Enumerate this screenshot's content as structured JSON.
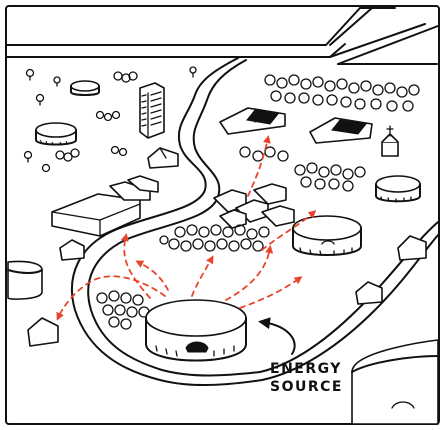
{
  "label": {
    "line1": "ENERGY",
    "line2": "SOURCE"
  },
  "colors": {
    "ink": "#111111",
    "flow_arrow": "#e8452c",
    "paper": "#ffffff"
  },
  "icons": [
    "energy-source-tank",
    "solar-panel-house",
    "church",
    "tower-block",
    "warehouse",
    "house",
    "tree-cluster",
    "storage-tank",
    "road"
  ]
}
